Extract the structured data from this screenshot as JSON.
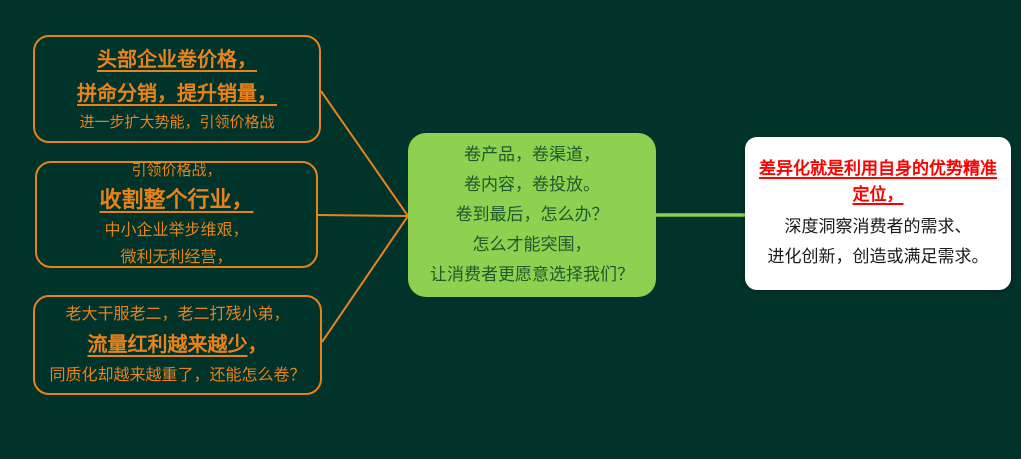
{
  "colors": {
    "background": "#00332A",
    "orange": "#E8821A",
    "light_green": "#8ED04F",
    "center_text": "#1E5A2D",
    "red_accent": "#FF0000",
    "body_text": "#1A1A1A",
    "white": "#FFFFFF"
  },
  "left_boxes": [
    {
      "lines": [
        {
          "text": "头部企业卷价格，"
        },
        {
          "text": "拼命分销，提升销量，"
        },
        {
          "text": "进一步扩大势能，引领价格战"
        }
      ]
    },
    {
      "lines": [
        {
          "text": "引领价格战，"
        },
        {
          "text": "收割整个行业，"
        },
        {
          "text": "中小企业举步维艰，"
        },
        {
          "text": "微利无利经营，"
        }
      ]
    },
    {
      "lines": [
        {
          "text": "老大干服老二，老二打残小弟，"
        },
        {
          "text": "流量红利越来越少",
          "suffix": "，"
        },
        {
          "text": "同质化却越来越重了，还能怎么卷？"
        }
      ]
    }
  ],
  "center_box": {
    "lines": [
      "卷产品，卷渠道，",
      "卷内容，卷投放。",
      "卷到最后，怎么办？",
      "怎么才能突围，",
      "让消费者更愿意选择我们？"
    ]
  },
  "right_box": {
    "title": "差异化就是利用自身的优势精准定位，",
    "body": [
      "深度洞察消费者的需求、",
      "进化创新，创造或满足需求。"
    ]
  }
}
